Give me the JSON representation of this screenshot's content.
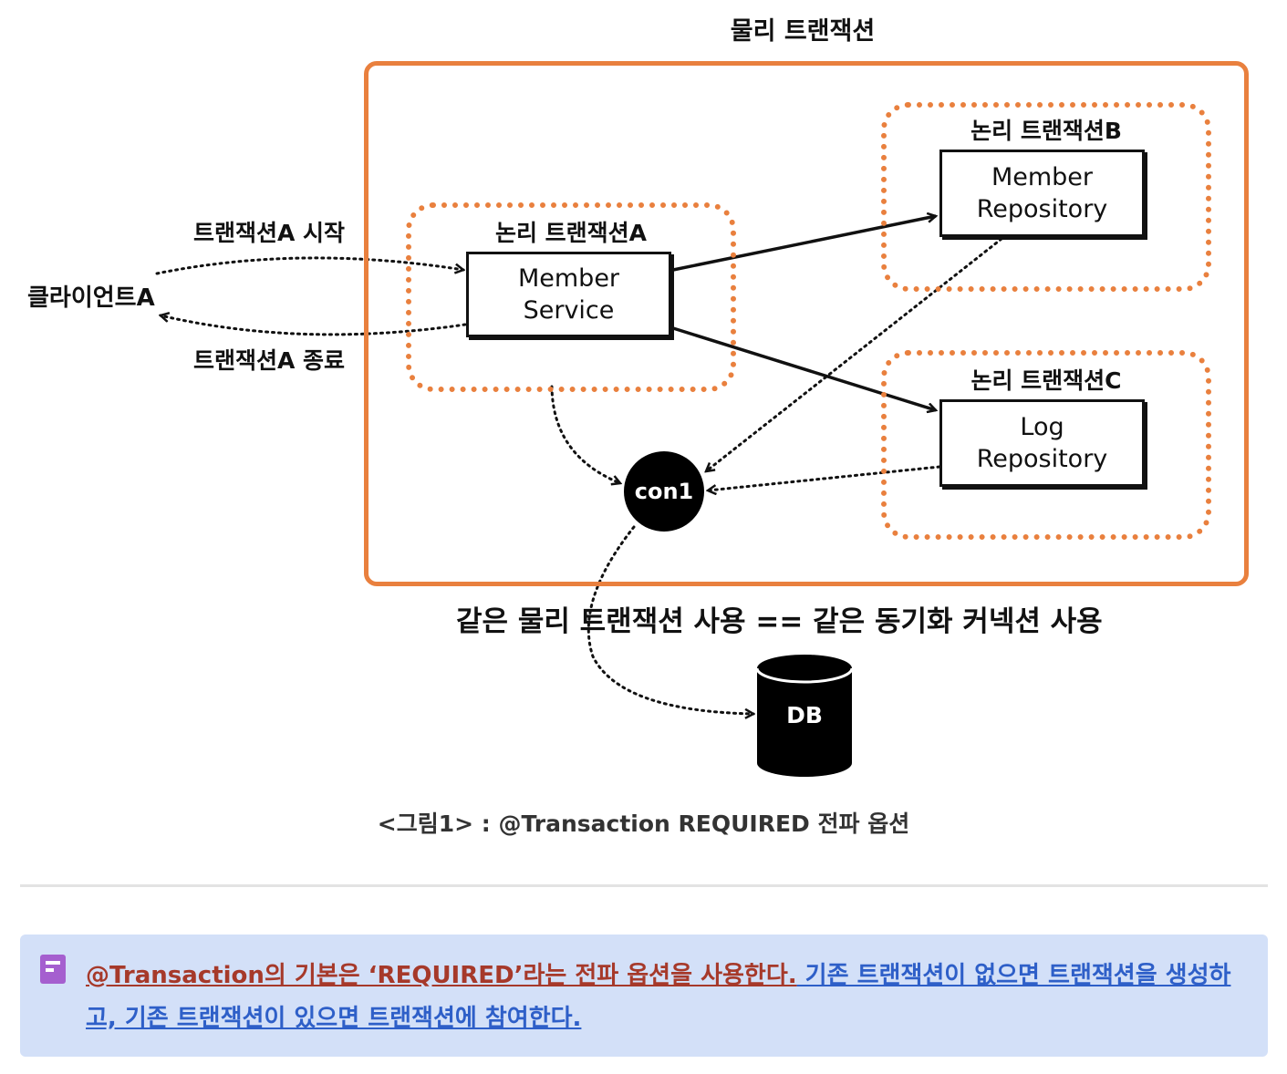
{
  "diagram": {
    "physical_title": "물리 트랜잭션",
    "logical_a_label": "논리 트랜잭션A",
    "logical_b_label": "논리 트랜잭션B",
    "logical_c_label": "논리 트랜잭션C",
    "member_service": [
      "Member",
      "Service"
    ],
    "member_repository": [
      "Member",
      "Repository"
    ],
    "log_repository": [
      "Log",
      "Repository"
    ],
    "client_label": "클라이언트A",
    "tx_start_label": "트랜잭션A 시작",
    "tx_end_label": "트랜잭션A 종료",
    "connection_label": "con1",
    "db_label": "DB",
    "bottom_note": "같은 물리 트랜잭션 사용 == 같은 동기화 커넥션 사용",
    "colors": {
      "accent": "#e9803e",
      "line": "#111111"
    }
  },
  "caption": "<그림1> : @Transaction REQUIRED 전파 옵션",
  "callout": {
    "icon": "note-icon",
    "text_part1": "@Transaction의 기본은 ‘REQUIRED’라는 전파 옵션을 사용한다.",
    "text_part2": " 기존 트랜잭션이 없으면 트랜잭션을 생성하고, 기존 트랜잭션이 있으면 트랜잭션에 참여한다.",
    "colors": {
      "background": "#d3e0f8",
      "red_text": "#a6392a",
      "blue_text": "#2e5fc8"
    }
  }
}
